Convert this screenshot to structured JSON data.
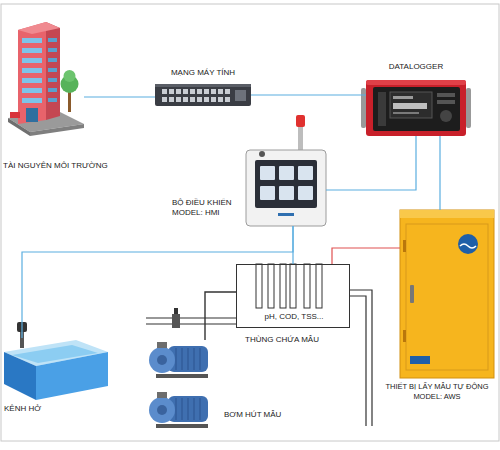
{
  "diagram": {
    "nodes": [
      {
        "text": [
          "TÀI NGUYÊN MÔI TRƯỜNG"
        ]
      },
      {
        "text": [
          "MẠNG MÁY TÍNH"
        ]
      },
      {
        "text": [
          "DATALOGGER"
        ]
      },
      {
        "text": [
          "BỘ ĐIỀU KHIỂN MODEL: HMI"
        ]
      },
      {
        "text": [
          "pH, COD, TSS...",
          "THÙNG CHỨA MẪU"
        ]
      },
      {
        "text": [
          "THIẾT BỊ LẤY MẪU TỰ ĐỘNG MODEL: AWS"
        ]
      },
      {
        "text": [
          "KÊNH HỞ"
        ]
      },
      {
        "text": [
          "BƠM HÚT MẪU"
        ]
      }
    ],
    "edges": [
      {
        "from": 0,
        "to": 1,
        "arrow": "none"
      },
      {
        "from": 1,
        "to": 2,
        "arrow": "none"
      },
      {
        "from": 3,
        "to": 2,
        "arrow": "none"
      },
      {
        "from": 2,
        "to": 5,
        "arrow": "none"
      },
      {
        "from": 3,
        "to": 4,
        "arrow": "none"
      },
      {
        "from": 3,
        "to": 6,
        "arrow": "none"
      },
      {
        "from": 5,
        "to": 4,
        "arrow": "none"
      },
      {
        "from": 4,
        "to": 7,
        "arrow": "none"
      }
    ]
  }
}
